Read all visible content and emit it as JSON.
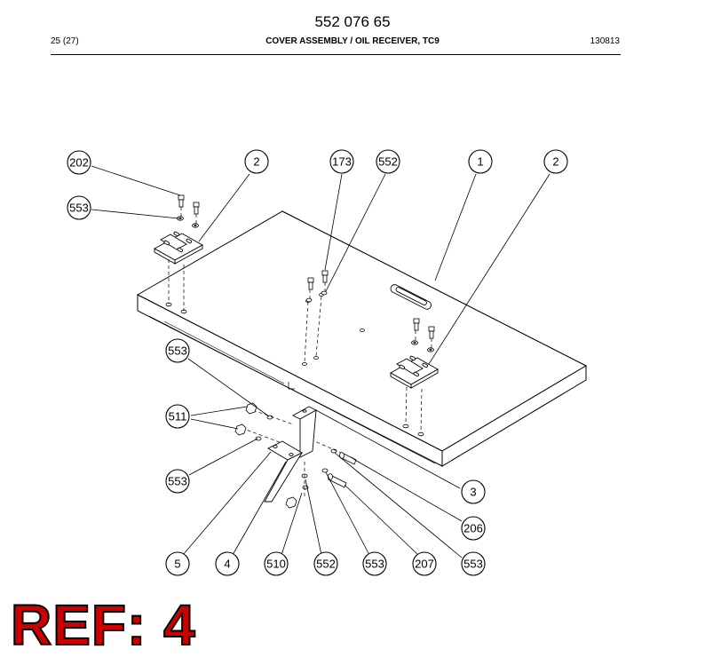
{
  "header": {
    "doc_number": "552 076 65",
    "page": "25 (27)",
    "title": "COVER ASSEMBLY / OIL RECEIVER, TC9",
    "date": "130813"
  },
  "callouts": [
    "202",
    "2",
    "173",
    "552",
    "1",
    "2",
    "553",
    "553",
    "511",
    "553",
    "3",
    "206",
    "5",
    "4",
    "510",
    "552",
    "553",
    "207",
    "553"
  ],
  "ref_label": "REF: 4",
  "colors": {
    "ref_fill": "#cc0000",
    "ref_outline": "#000000"
  }
}
